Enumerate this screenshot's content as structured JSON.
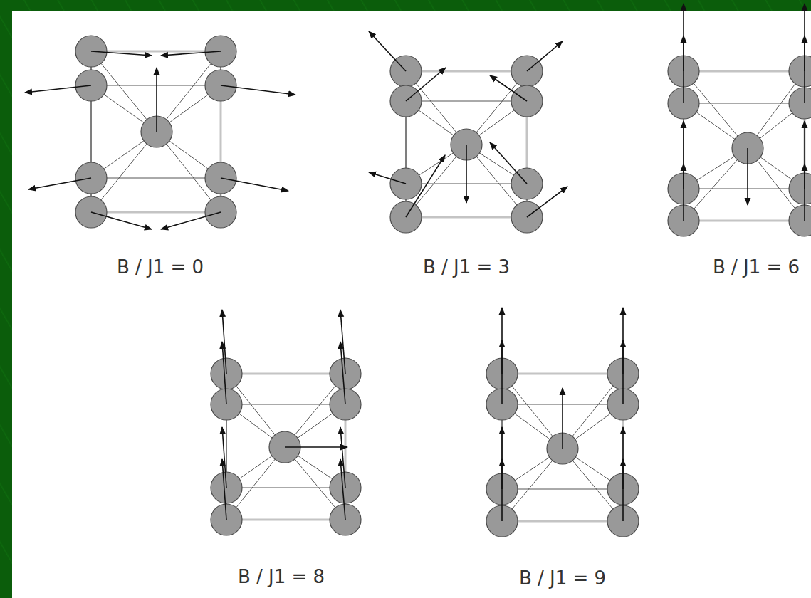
{
  "diagram": {
    "labels": [
      "B / J1 = 0",
      "B / J1 = 3",
      "B / J1 = 6",
      "B / J1 = 8",
      "B / J1 = 9"
    ]
  }
}
